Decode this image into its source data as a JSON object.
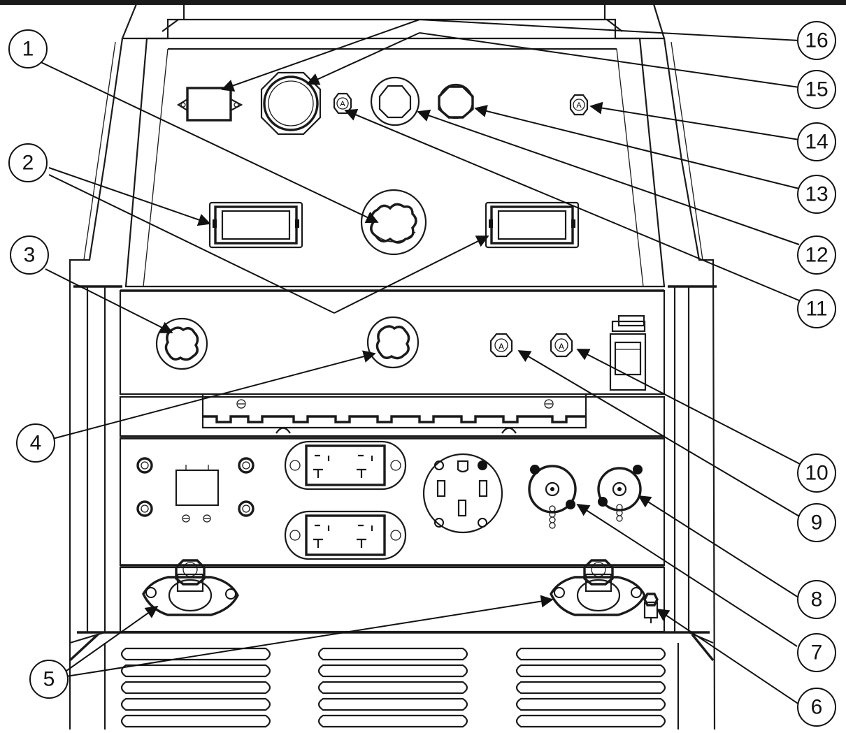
{
  "diagram": {
    "colors": {
      "line": "#1a1a1a",
      "background": "#ffffff"
    },
    "callouts": [
      "1",
      "2",
      "3",
      "4",
      "5",
      "6",
      "7",
      "8",
      "9",
      "10",
      "11",
      "12",
      "13",
      "14",
      "15",
      "16"
    ]
  }
}
